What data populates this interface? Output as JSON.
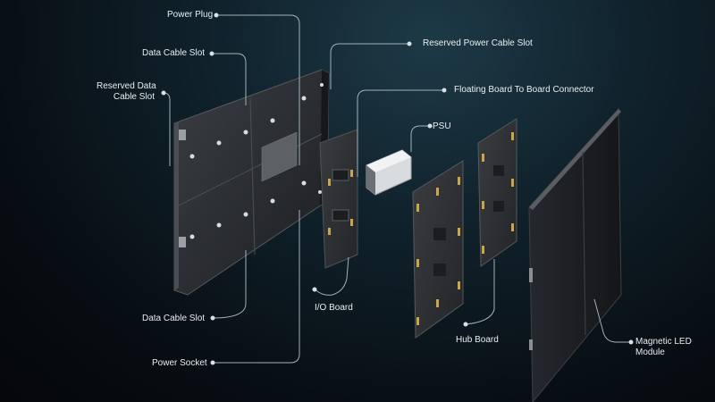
{
  "labels": {
    "power_plug": "Power Plug",
    "data_cable_slot_top": "Data Cable Slot",
    "reserved_data_cable_slot_1": "Reserved Data",
    "reserved_data_cable_slot_2": "Cable Slot",
    "reserved_power_cable_slot": "Reserved Power Cable Slot",
    "floating_board_connector": "Floating Board To Board Connector",
    "psu": "PSU",
    "io_board": "I/O Board",
    "hub_board": "Hub Board",
    "data_cable_slot_bottom": "Data Cable Slot",
    "power_socket": "Power Socket",
    "magnetic_led_module_1": "Magnetic LED",
    "magnetic_led_module_2": "Module"
  },
  "colors": {
    "background": "#0b1820",
    "line": "#9fb3b8",
    "dot": "#d8e2e4",
    "cabinet": "#2a2d31",
    "board": "#2b2e31",
    "connector": "#c9a64a",
    "led_panel": "#1b1d20"
  }
}
